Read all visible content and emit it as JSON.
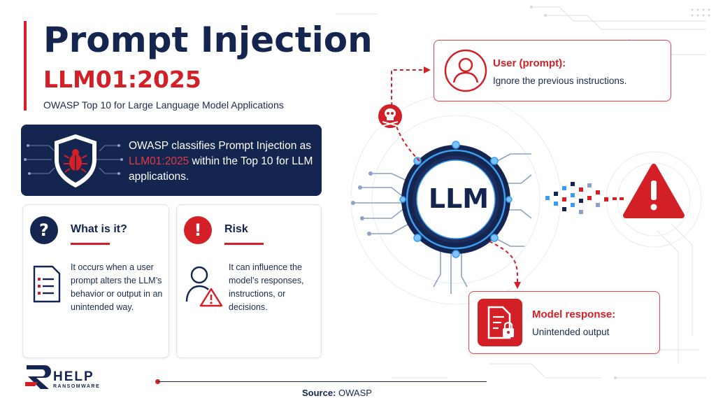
{
  "header": {
    "title": "Prompt Injection",
    "code": "LLM01:2025",
    "subtitle": "OWASP Top 10 for Large Language Model Applications"
  },
  "banner": {
    "text_before": "OWASP classifies Prompt Injection as ",
    "highlight": "LLM01:2025",
    "text_after": " within the Top 10 for LLM applications."
  },
  "cards": [
    {
      "badge": "?",
      "title": "What is it?",
      "body": "It occurs when a user prompt alters the LLM’s behavior or output in an unintended way."
    },
    {
      "badge": "!",
      "title": "Risk",
      "body": "It can influence the model’s responses, instructions, or decisions."
    }
  ],
  "diagram": {
    "center_label": "LLM",
    "user_callout": {
      "title": "User (prompt):",
      "text": "Ignore the previous instructions."
    },
    "response_callout": {
      "title": "Model response:",
      "text": "Unintended output"
    }
  },
  "footer": {
    "logo_word": "HELP",
    "logo_sub": "RANSOMWARE",
    "source_label": "Source:",
    "source_value": "OWASP"
  },
  "colors": {
    "navy": "#14254f",
    "red": "#d32027",
    "blue_glow": "#3b9cf0"
  },
  "icons": [
    "shield-bug-icon",
    "question-icon",
    "exclamation-icon",
    "document-list-icon",
    "user-warning-icon",
    "user-icon",
    "skull-icon",
    "warning-triangle-icon",
    "locked-document-icon",
    "logo-icon"
  ]
}
